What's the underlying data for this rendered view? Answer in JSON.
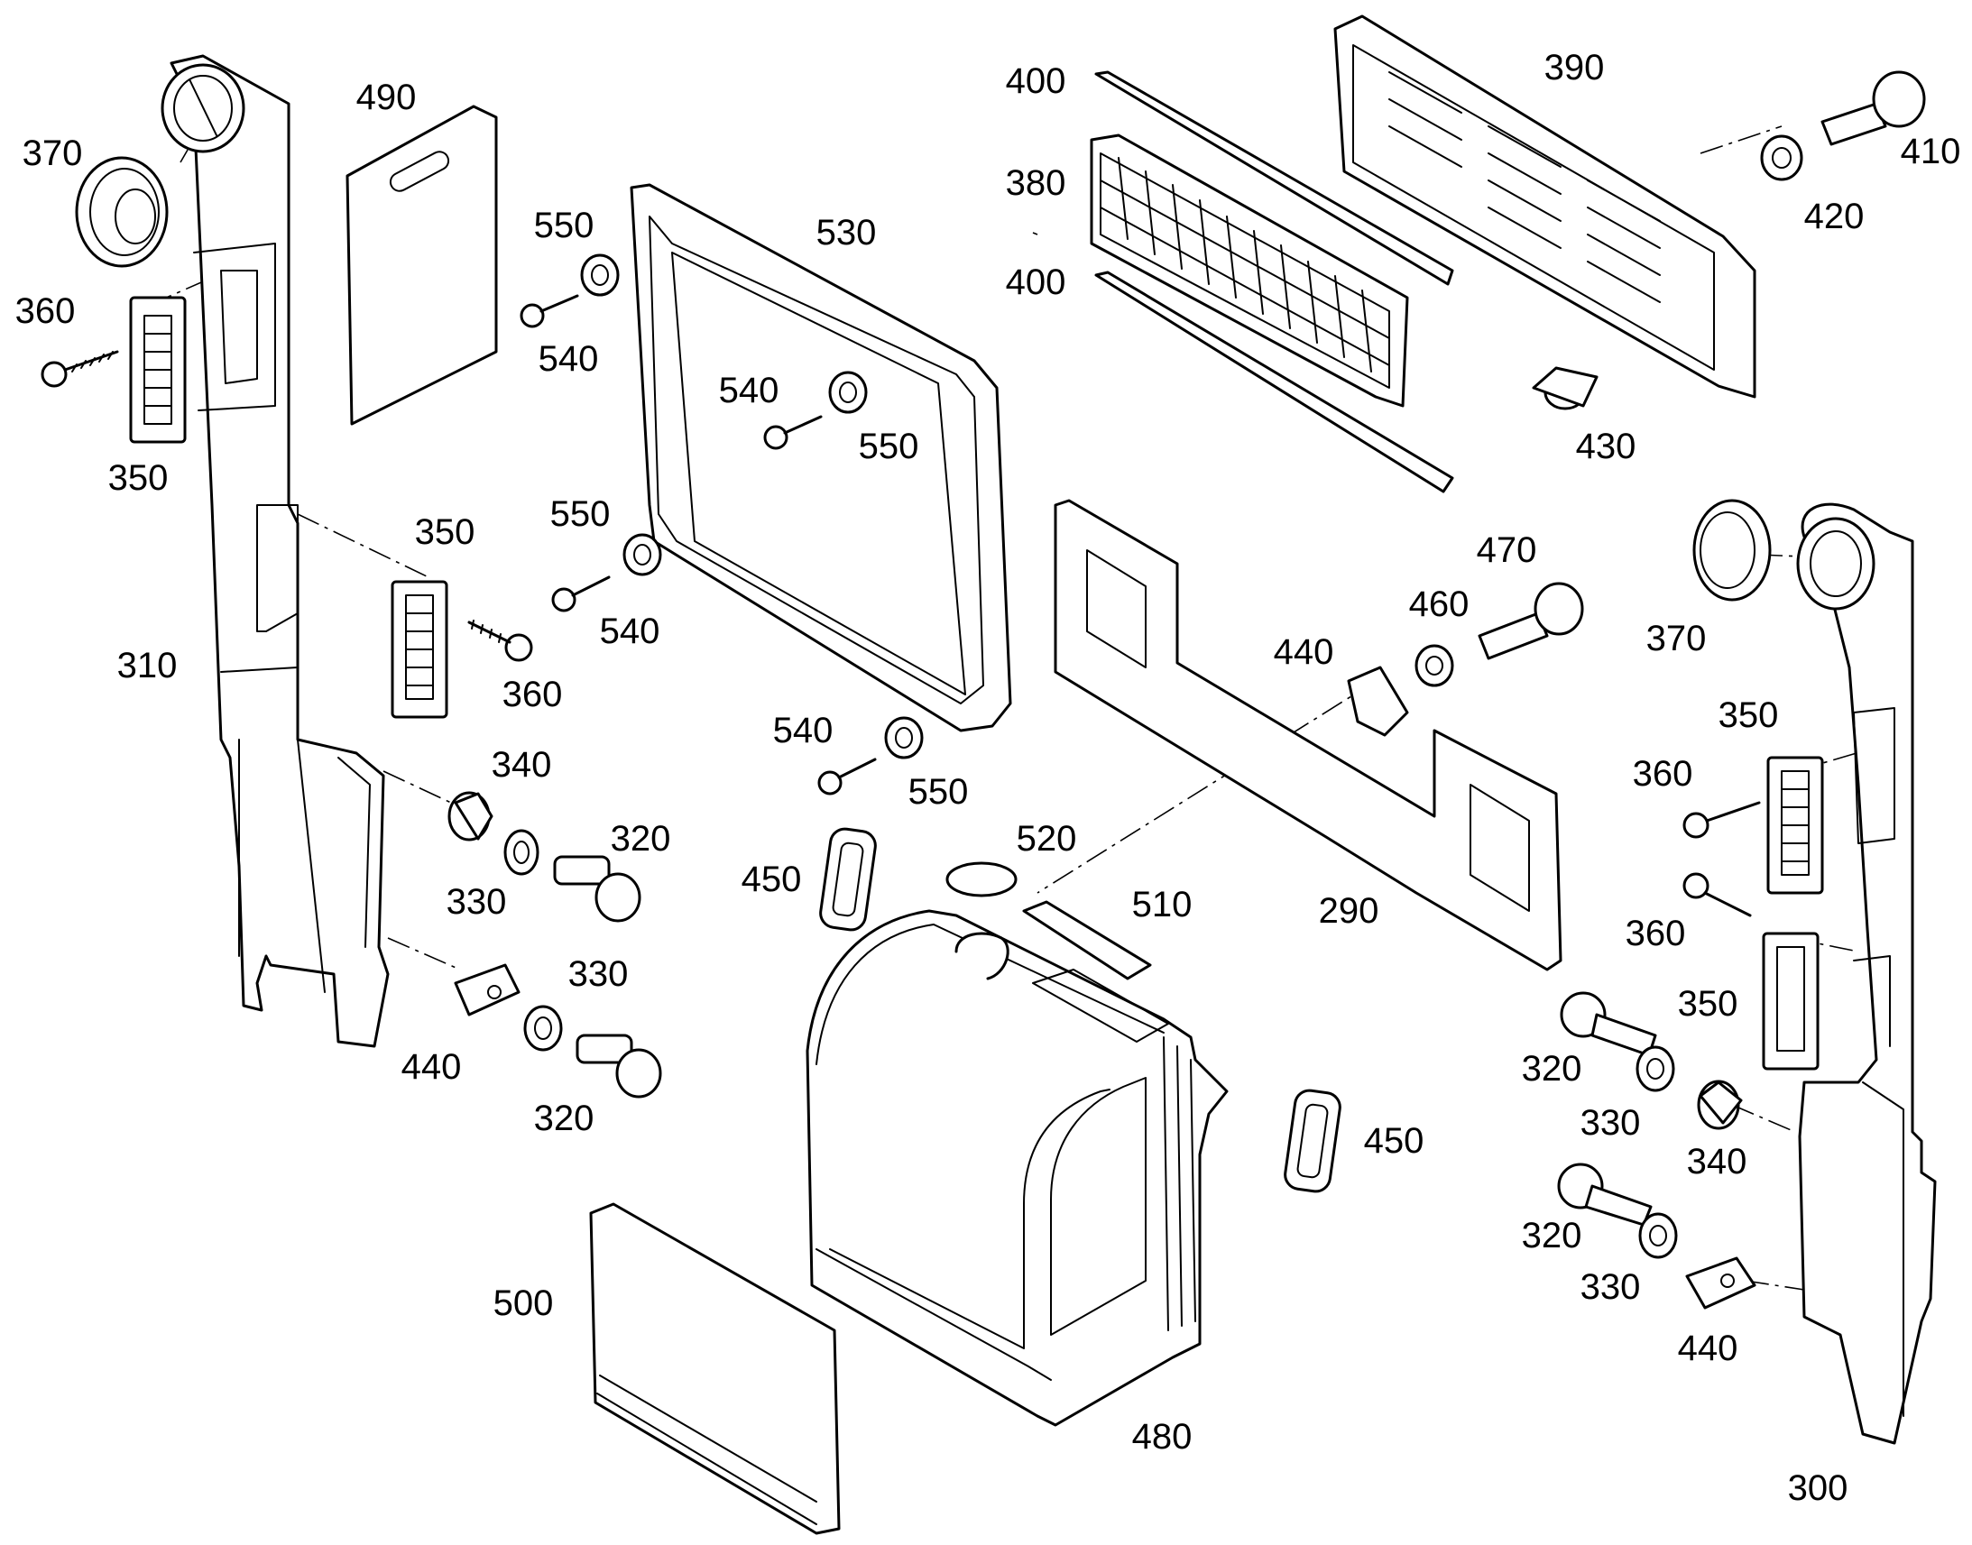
{
  "labels": {
    "l290": "290",
    "l300": "300",
    "l310": "310",
    "l320a": "320",
    "l320b": "320",
    "l320c": "320",
    "l320d": "320",
    "l330a": "330",
    "l330b": "330",
    "l330c": "330",
    "l330d": "330",
    "l340a": "340",
    "l340b": "340",
    "l350a": "350",
    "l350b": "350",
    "l350c": "350",
    "l350d": "350",
    "l360a": "360",
    "l360b": "360",
    "l360c": "360",
    "l360d": "360",
    "l370a": "370",
    "l370b": "370",
    "l380": "380",
    "l390": "390",
    "l400a": "400",
    "l400b": "400",
    "l410": "410",
    "l420": "420",
    "l430": "430",
    "l440a": "440",
    "l440b": "440",
    "l440c": "440",
    "l450a": "450",
    "l450b": "450",
    "l460": "460",
    "l470": "470",
    "l480": "480",
    "l490": "490",
    "l500": "500",
    "l510": "510",
    "l520": "520",
    "l530": "530",
    "l540a": "540",
    "l540b": "540",
    "l540c": "540",
    "l540d": "540",
    "l550a": "550",
    "l550b": "550",
    "l550c": "550",
    "l550d": "550"
  }
}
